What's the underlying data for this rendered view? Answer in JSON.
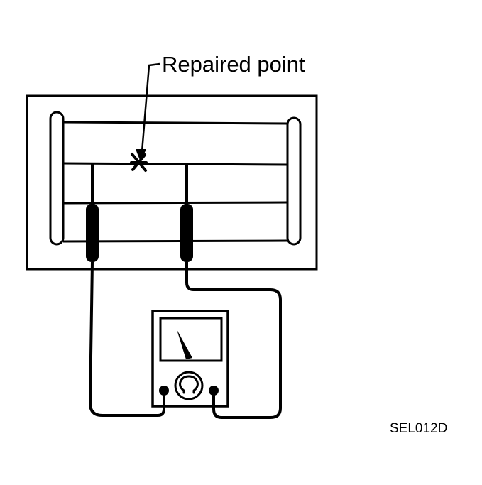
{
  "callout": {
    "label": "Repaired point"
  },
  "figure_code": "SEL012D",
  "meter": {
    "symbol": "Ω",
    "symbol_name": "ohm-icon"
  },
  "colors": {
    "line": "#000000",
    "background": "#ffffff"
  }
}
